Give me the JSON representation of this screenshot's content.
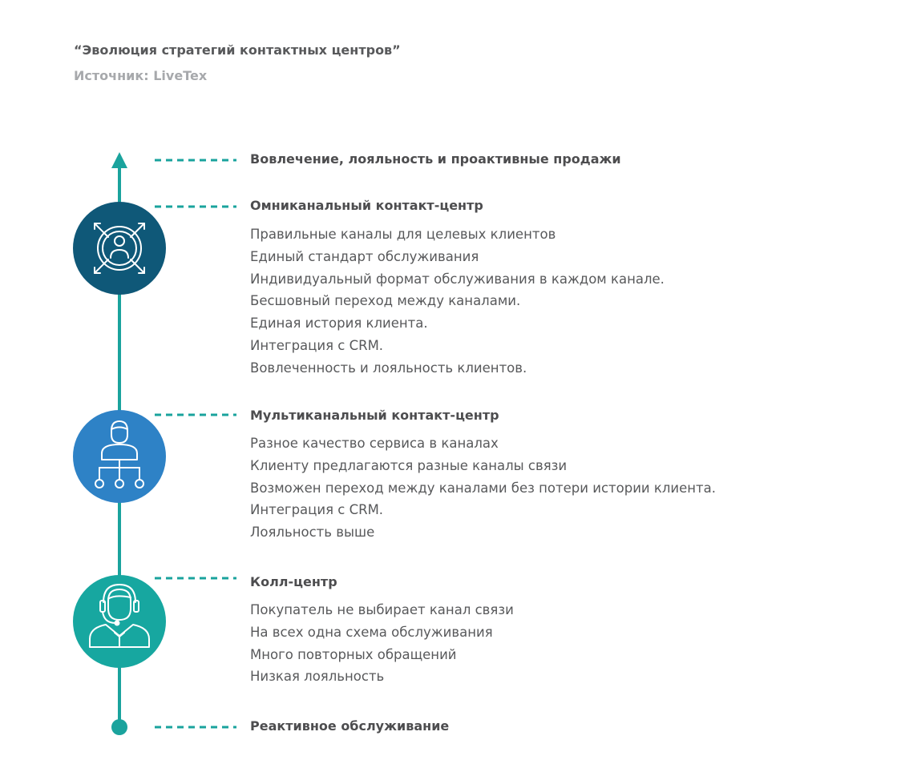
{
  "header": {
    "title": "“Эволюция стратегий контактных центров”",
    "source": "Источник: LiveTex"
  },
  "colors": {
    "timeline": "#1aa39d",
    "omnichannel": "#0f5878",
    "multichannel": "#2e82c6",
    "callcenter": "#17a7a0",
    "title_text": "#4d4d4f",
    "body_text": "#58595b",
    "source_text": "#a7a9ac"
  },
  "stages": {
    "top": {
      "title": "Вовлечение, лояльность и проактивные продажи"
    },
    "omnichannel": {
      "title": "Омниканальный контакт-центр",
      "icon": "expand-user-icon",
      "items": [
        "Правильные каналы для целевых клиентов",
        "Единый стандарт обслуживания",
        "Индивидуальный формат обслуживания в каждом канале.",
        "Бесшовный переход между каналами.",
        "Единая история клиента.",
        "Интеграция с CRM.",
        "Вовлеченность и лояльность клиентов."
      ]
    },
    "multichannel": {
      "title": "Мультиканальный контакт-центр",
      "icon": "user-network-icon",
      "items": [
        "Разное качество сервиса в каналах",
        "Клиенту предлагаются разные каналы связи",
        "Возможен переход между каналами без потери истории клиента.",
        "Интеграция с CRM.",
        "Лояльность выше"
      ]
    },
    "callcenter": {
      "title": "Колл-центр",
      "icon": "headset-operator-icon",
      "items": [
        "Покупатель не выбирает канал связи",
        "На всех одна схема обслуживания",
        "Много повторных обращений",
        "Низкая лояльность"
      ]
    },
    "bottom": {
      "title": "Реактивное обслуживание"
    }
  }
}
